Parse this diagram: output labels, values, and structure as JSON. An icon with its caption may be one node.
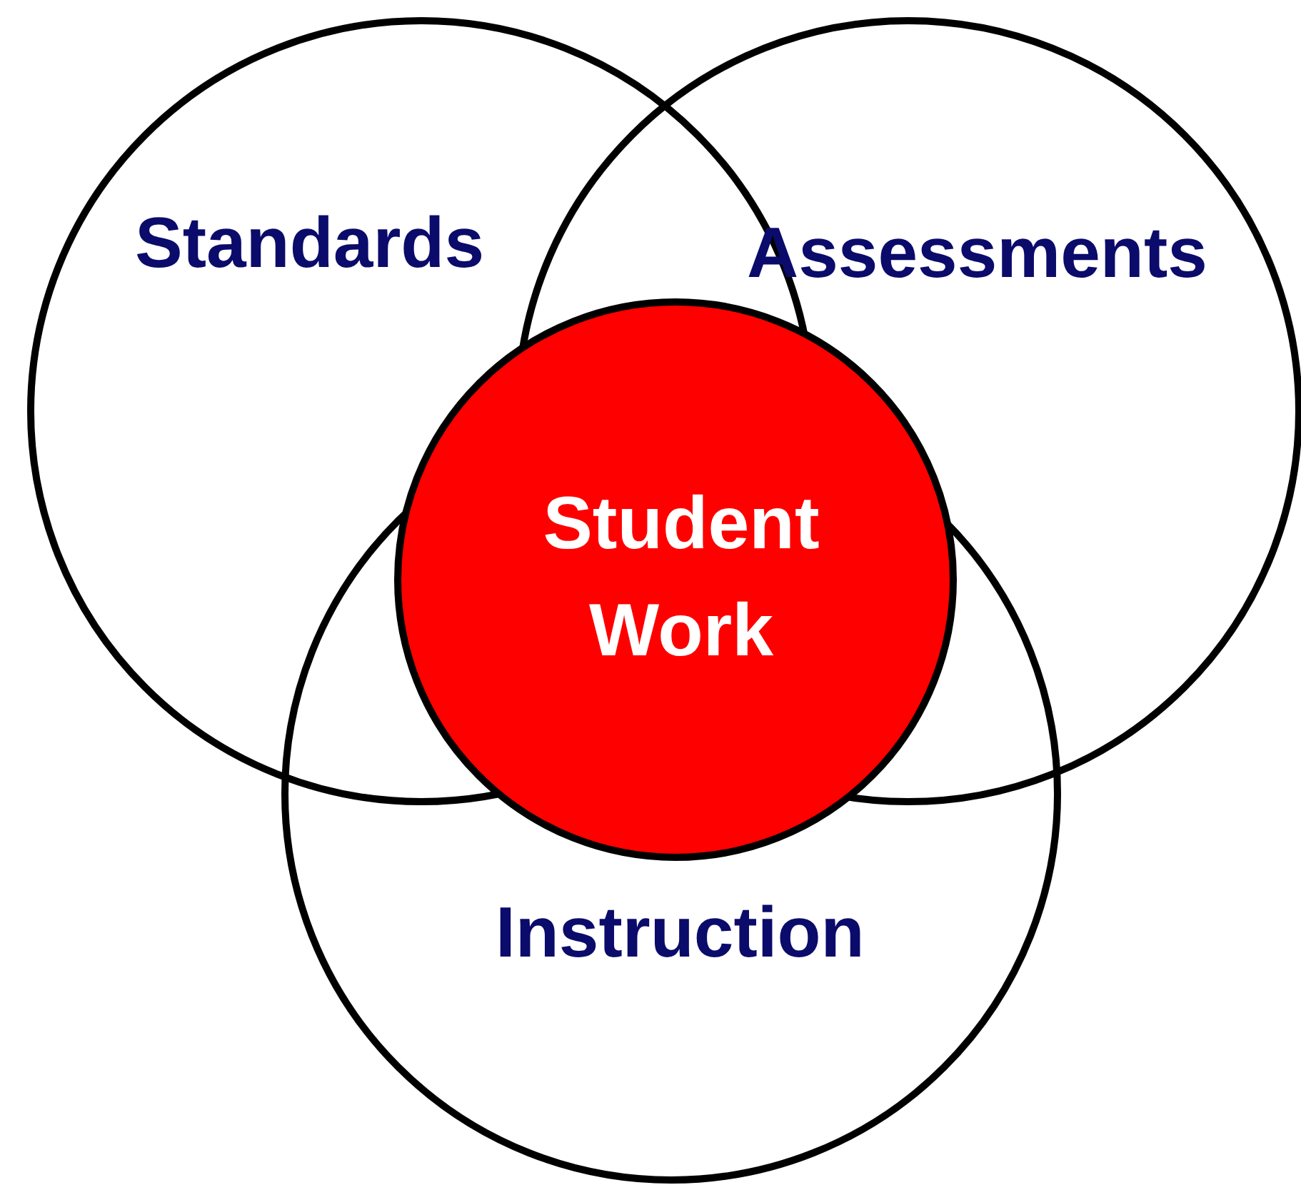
{
  "diagram": {
    "nodes": [
      {
        "text": [
          "Standards"
        ]
      },
      {
        "text": [
          "Assessments"
        ]
      },
      {
        "text": [
          "Instruction"
        ]
      },
      {
        "text": [
          "Student Work"
        ]
      }
    ]
  }
}
